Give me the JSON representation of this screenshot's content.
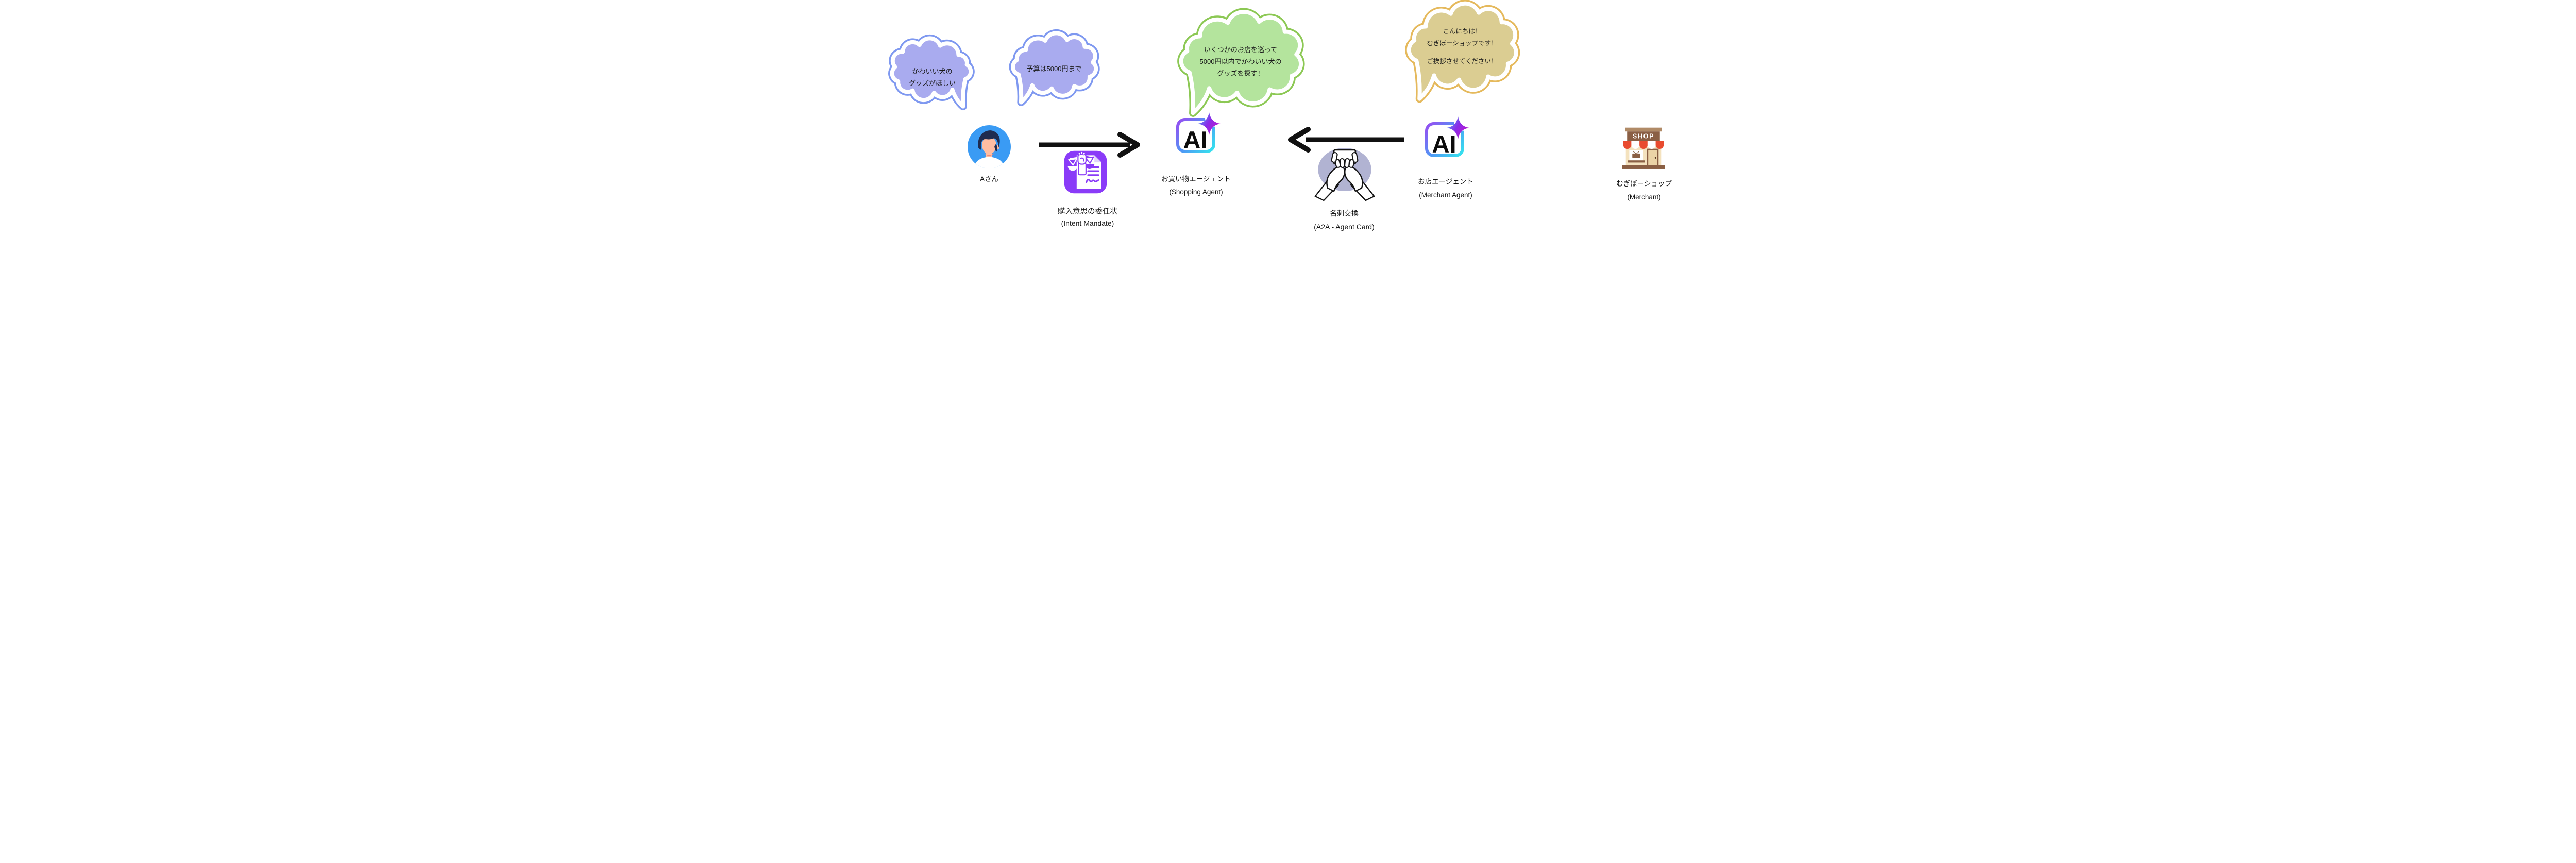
{
  "bubbles": {
    "user_request": {
      "lines": [
        "かわいい犬の",
        "グッズがほしい"
      ]
    },
    "user_budget": {
      "lines": [
        "予算は5000円まで"
      ]
    },
    "shopping_agent_plan": {
      "lines": [
        "いくつかのお店を巡って",
        "5000円以内でかわいい犬の",
        "グッズを探す！"
      ]
    },
    "merchant_greeting": {
      "lines": [
        "こんにちは！",
        "むぎぼーショップです！",
        "",
        "ご挨拶させてください！"
      ]
    }
  },
  "labels": {
    "user": "Aさん",
    "intent_mandate_ja": "購入意思の委任状",
    "intent_mandate_en": "(Intent Mandate)",
    "shopping_agent_ja": "お買い物エージェント",
    "shopping_agent_en": "(Shopping Agent)",
    "card_exchange_ja": "名刺交換",
    "card_exchange_en": "(A2A - Agent Card)",
    "merchant_agent_ja": "お店エージェント",
    "merchant_agent_en": "(Merchant Agent)",
    "merchant_shop_ja": "むぎぼーショップ",
    "merchant_shop_en": "(Merchant)"
  },
  "icons": {
    "ai_badge_text": "AI",
    "shop_sign_text": "SHOP"
  },
  "colors": {
    "bubble_blue_fill": "#A9ABEF",
    "bubble_blue_border": "#7E98F0",
    "bubble_green_fill": "#B4E49D",
    "bubble_green_border": "#8CC854",
    "bubble_tan_fill": "#DBCD92",
    "bubble_tan_border": "#E5B95C",
    "mandate_purple": "#8A3BF8",
    "avatar_blue": "#3A9BF4",
    "hands_circle_lavender": "#B1B3D2",
    "arrow_black": "#111111",
    "ai_frame_gradient": [
      "#8F55F2",
      "#4D9AF5",
      "#35E2EE"
    ],
    "sparkle_gradient": [
      "#4DA3F8",
      "#8A2BE8",
      "#C518C9"
    ],
    "shop_brown": "#8A5F44",
    "shop_awning_red": "#E94B2F",
    "shop_wall_cream": "#F4E2BE"
  }
}
